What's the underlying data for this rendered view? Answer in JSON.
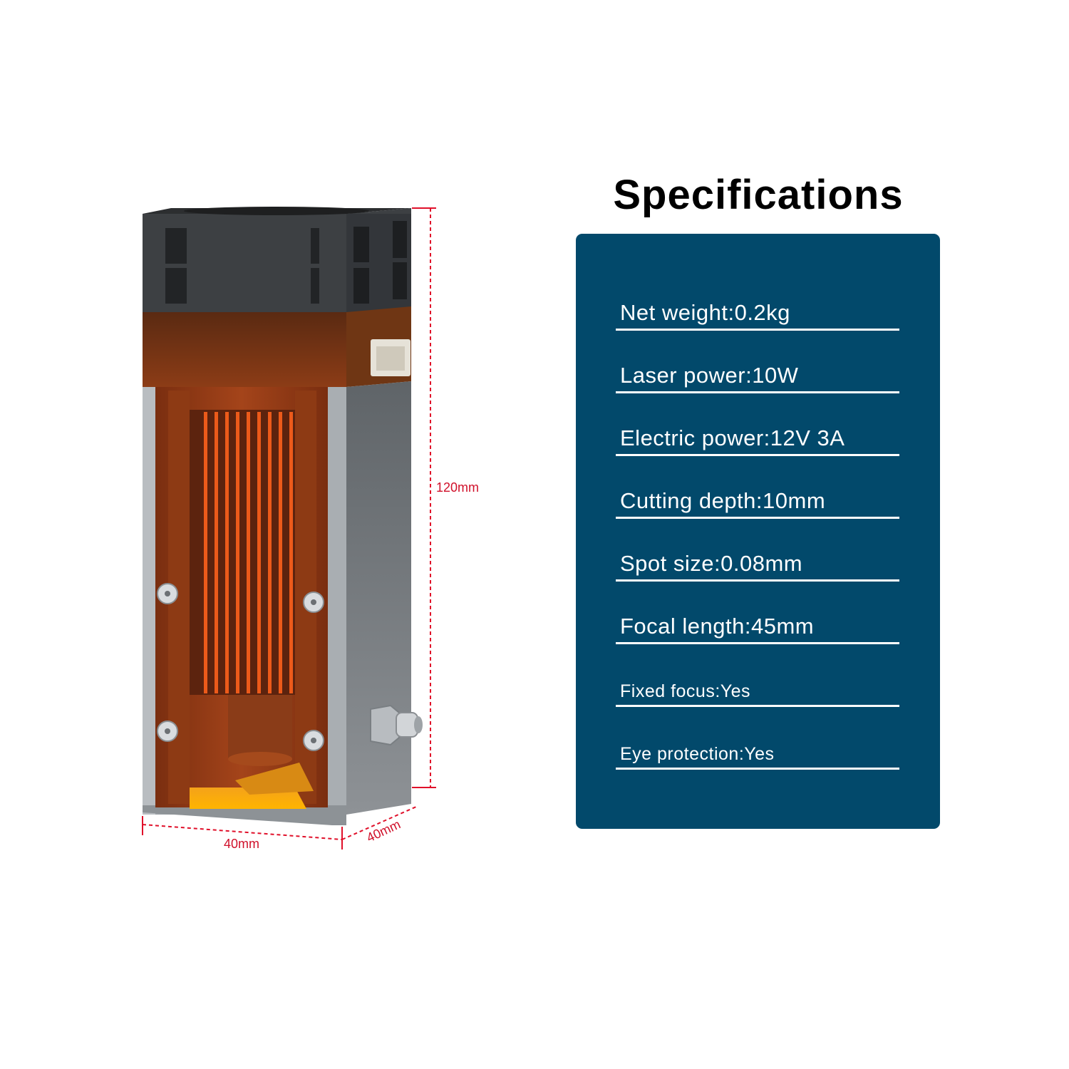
{
  "title": "Specifications",
  "specs": [
    {
      "label": "Net weight:0.2kg"
    },
    {
      "label": "Laser power:10W"
    },
    {
      "label": "Electric power:12V 3A"
    },
    {
      "label": "Cutting depth:10mm"
    },
    {
      "label": "Spot size:0.08mm"
    },
    {
      "label": "Focal length:45mm"
    },
    {
      "label": "Fixed focus:Yes"
    },
    {
      "label": "Eye protection:Yes"
    }
  ],
  "dimensions": {
    "height": "120mm",
    "width": "40mm",
    "depth": "40mm"
  },
  "colors": {
    "panel": "#02496b",
    "dimension_line": "#e0102a",
    "amber_cover": "#8b3a18",
    "heatsink_fin": "#ec5a1a",
    "housing": "#7c8084",
    "fan": "#3c3f42"
  }
}
